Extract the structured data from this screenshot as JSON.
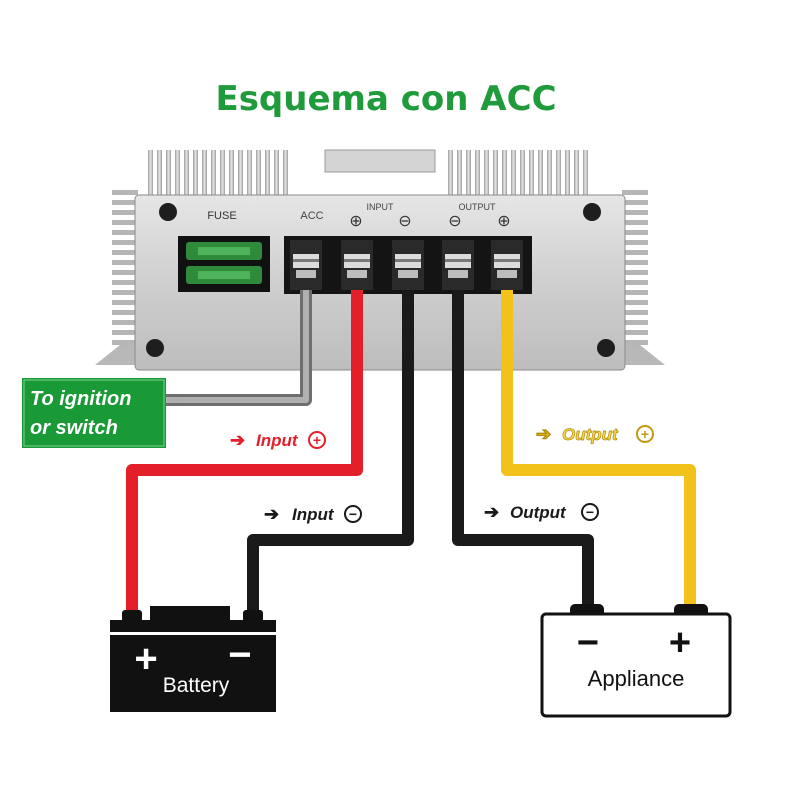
{
  "title": "Esquema con ACC",
  "module": {
    "fuse_label": "FUSE",
    "acc_label": "ACC",
    "input_label": "INPUT",
    "output_label": "OUTPUT",
    "plus_symbol": "⊕",
    "minus_symbol": "⊖"
  },
  "ignition_box": {
    "line1": "To ignition",
    "line2": "or switch"
  },
  "wire_labels": {
    "input_pos": "Input",
    "input_neg": "Input",
    "output_pos": "Output",
    "output_neg": "Output",
    "pos_symbol": "+",
    "neg_symbol": "−"
  },
  "battery": {
    "label": "Battery",
    "plus": "+",
    "minus": "−"
  },
  "appliance": {
    "label": "Appliance",
    "plus": "+",
    "minus": "−"
  },
  "colors": {
    "title_green": "#1f9b3c",
    "ignition_green": "#1a9a37",
    "wire_red": "#e3202a",
    "wire_black": "#1a1a1a",
    "wire_yellow": "#f2c21b",
    "wire_gray": "#8c8c8c",
    "module_silver": "#c9c9c9"
  }
}
